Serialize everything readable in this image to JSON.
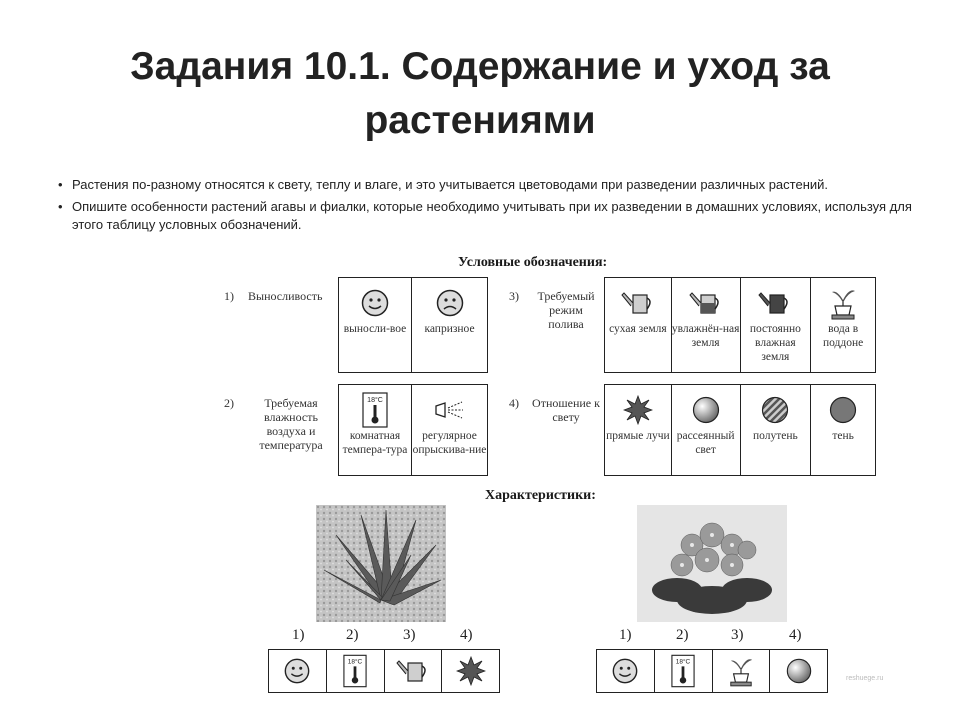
{
  "title": "Задания 10.1. Содержание и уход за растениями",
  "bullets": [
    "Растения по-разному относятся к свету, теплу и влаге, и это учитывается цветоводами при разведении различных растений.",
    "Опишите особенности растений агавы и фиалки, которые необходимо учитывать при их разведении в домашних условиях, используя для этого таблицу условных обозначений."
  ],
  "legend": {
    "title": "Условные обозначения:",
    "rows": [
      {
        "num": "1)",
        "label": "Выносливость",
        "items": [
          "выносли-вое",
          "капризное"
        ]
      },
      {
        "num": "2)",
        "label": "Требуемая влажность воздуха и температура",
        "items": [
          "комнатная темпера-тура",
          "регулярное опрыскива-ние"
        ]
      },
      {
        "num": "3)",
        "label": "Требуемый режим полива",
        "items": [
          "сухая земля",
          "увлажнён-ная земля",
          "постоянно влажная земля",
          "вода в поддоне"
        ]
      },
      {
        "num": "4)",
        "label": "Отношение к свету",
        "items": [
          "прямые лучи",
          "рассеянный свет",
          "полутень",
          "тень"
        ]
      }
    ],
    "thermo_label": "18°C"
  },
  "characteristics": {
    "title": "Характеристики:",
    "numbers": [
      "1)",
      "2)",
      "3)",
      "4)"
    ],
    "agave_icons": [
      "smiley-icon",
      "thermometer-icon",
      "watering-can-dry-icon",
      "sun-burst-icon"
    ],
    "violet_icons": [
      "smiley-icon",
      "thermometer-icon",
      "pot-tray-icon",
      "diffused-light-icon"
    ]
  },
  "watermark": "reshuege.ru"
}
